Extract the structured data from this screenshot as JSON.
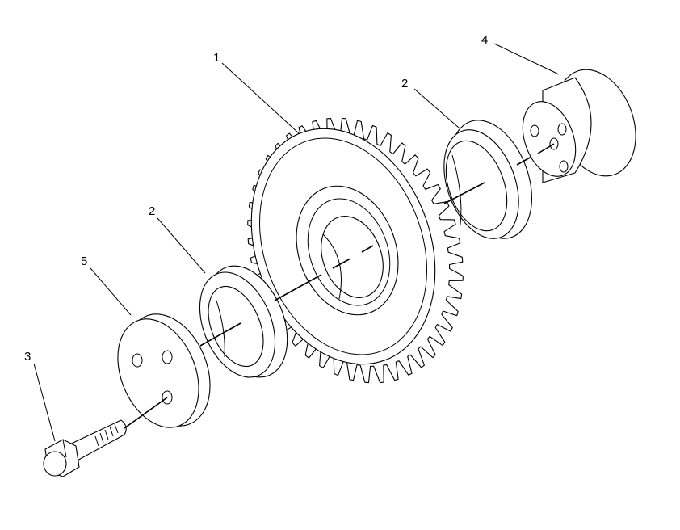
{
  "diagram": {
    "callouts": [
      "1",
      "2",
      "2",
      "3",
      "4",
      "5"
    ],
    "line_color": "#000000",
    "background": "#ffffff"
  }
}
